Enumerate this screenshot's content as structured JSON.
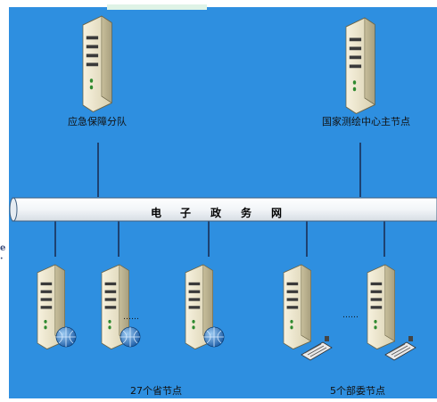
{
  "diagram": {
    "top_nodes": [
      {
        "label": "应急保障分队"
      },
      {
        "label": "国家测绘中心主节点"
      }
    ],
    "network_bus": {
      "label_chars": [
        "电",
        "子",
        "政",
        "务",
        "网"
      ]
    },
    "bottom_groups": [
      {
        "label": "27个省节点",
        "ellipsis": "……",
        "node_type": "server-with-globe"
      },
      {
        "label": "5个部委节点",
        "ellipsis": "……",
        "node_type": "server-with-network-card"
      }
    ],
    "side_fragment": [
      "e",
      "·"
    ]
  },
  "colors": {
    "panel": "#2e8fe0",
    "bus_fill": "#f7f9fb",
    "server_body": "#ece6cc",
    "globe": "#2d6fb7",
    "connector": "#1b2f55"
  }
}
